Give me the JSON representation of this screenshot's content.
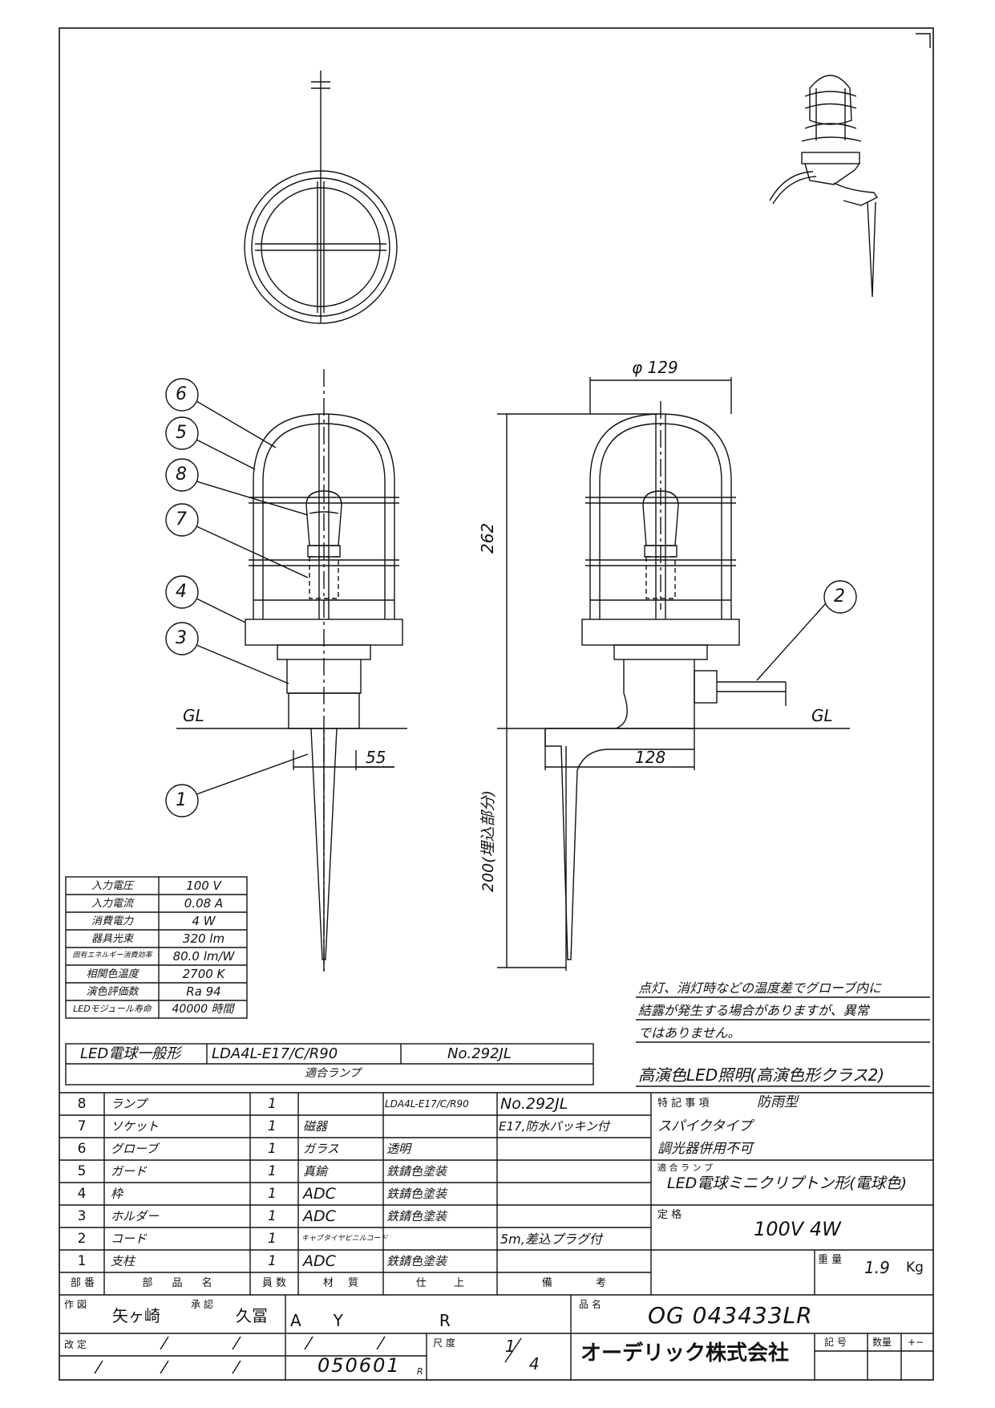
{
  "dimensions": {
    "d129": "φ 129",
    "h262": "262",
    "w55": "55",
    "w128": "128",
    "h200": "200(埋込部分)",
    "gl_left": "GL",
    "gl_right": "GL"
  },
  "balloons": [
    "6",
    "5",
    "8",
    "7",
    "4",
    "3",
    "1",
    "2"
  ],
  "specs": [
    {
      "label": "入力電圧",
      "value": "100 V"
    },
    {
      "label": "入力電流",
      "value": "0.08 A"
    },
    {
      "label": "消費電力",
      "value": "4 W"
    },
    {
      "label": "器具光束",
      "value": "320 lm"
    },
    {
      "label": "固有エネルギー消費効率",
      "value": "80.0 lm/W"
    },
    {
      "label": "相関色温度",
      "value": "2700 K"
    },
    {
      "label": "演色評価数",
      "value": "Ra 94"
    },
    {
      "label": "LEDモジュール寿命",
      "value": "40000 時間"
    }
  ],
  "notice": [
    "点灯、消灯時などの温度差でグローブ内に",
    "結露が発生する場合がありますが、異常",
    "ではありません。"
  ],
  "lamp_box": {
    "type": "LED電球一般形",
    "model": "LDA4L-E17/C/R90",
    "no": "No.292JL",
    "caption": "適合ランプ"
  },
  "high_cri": "高演色LED照明(高演色形クラス2)",
  "parts_header": {
    "no": "部 番",
    "name": "部 品 名",
    "qty": "員 数",
    "material": "材 質",
    "finish": "仕 上",
    "remark": "備 考"
  },
  "parts": [
    {
      "no": "8",
      "name": "ランプ",
      "qty": "1",
      "material": "",
      "finish": "LDA4L-E17/C/R90",
      "remark": "No.292JL"
    },
    {
      "no": "7",
      "name": "ソケット",
      "qty": "1",
      "material": "磁器",
      "finish": "",
      "remark": "E17,防水パッキン付"
    },
    {
      "no": "6",
      "name": "グローブ",
      "qty": "1",
      "material": "ガラス",
      "finish": "透明",
      "remark": ""
    },
    {
      "no": "5",
      "name": "ガード",
      "qty": "1",
      "material": "真鍮",
      "finish": "鉄錆色塗装",
      "remark": ""
    },
    {
      "no": "4",
      "name": "枠",
      "qty": "1",
      "material": "ADC",
      "finish": "鉄錆色塗装",
      "remark": ""
    },
    {
      "no": "3",
      "name": "ホルダー",
      "qty": "1",
      "material": "ADC",
      "finish": "鉄錆色塗装",
      "remark": ""
    },
    {
      "no": "2",
      "name": "コード",
      "qty": "1",
      "material": "キャブタイヤビニルコード",
      "finish": "",
      "remark": "5m,差込プラグ付"
    },
    {
      "no": "1",
      "name": "支柱",
      "qty": "1",
      "material": "ADC",
      "finish": "鉄錆色塗装",
      "remark": ""
    }
  ],
  "special": {
    "label": "特 記 事 項",
    "v1": "防雨型",
    "v2": "スパイクタイプ",
    "v3": "調光器併用不可"
  },
  "applicable_lamp": {
    "label": "適 合 ラ ン プ",
    "value": "LED電球ミニクリプトン形(電球色)"
  },
  "rating": {
    "label": "定 格",
    "value": "100V 4W"
  },
  "weight": {
    "label": "重 量",
    "value": "1.9",
    "unit": "Kg"
  },
  "title_block": {
    "drawn_label": "作 図",
    "drawn": "矢ヶ崎",
    "approved_label": "承 認",
    "approved": "久冨",
    "rev": "A　　Y　　　　　　R",
    "product_label": "品 名",
    "product": "OG 043433LR",
    "revision_label": "改 定",
    "scale_label": "尺 度",
    "scale_num": "1",
    "scale_den": "4",
    "date": "050601",
    "date_suffix": "R",
    "company": "オーデリック株式会社",
    "mark_label": "記 号",
    "qty_label": "数量",
    "plusminus": "+−"
  }
}
